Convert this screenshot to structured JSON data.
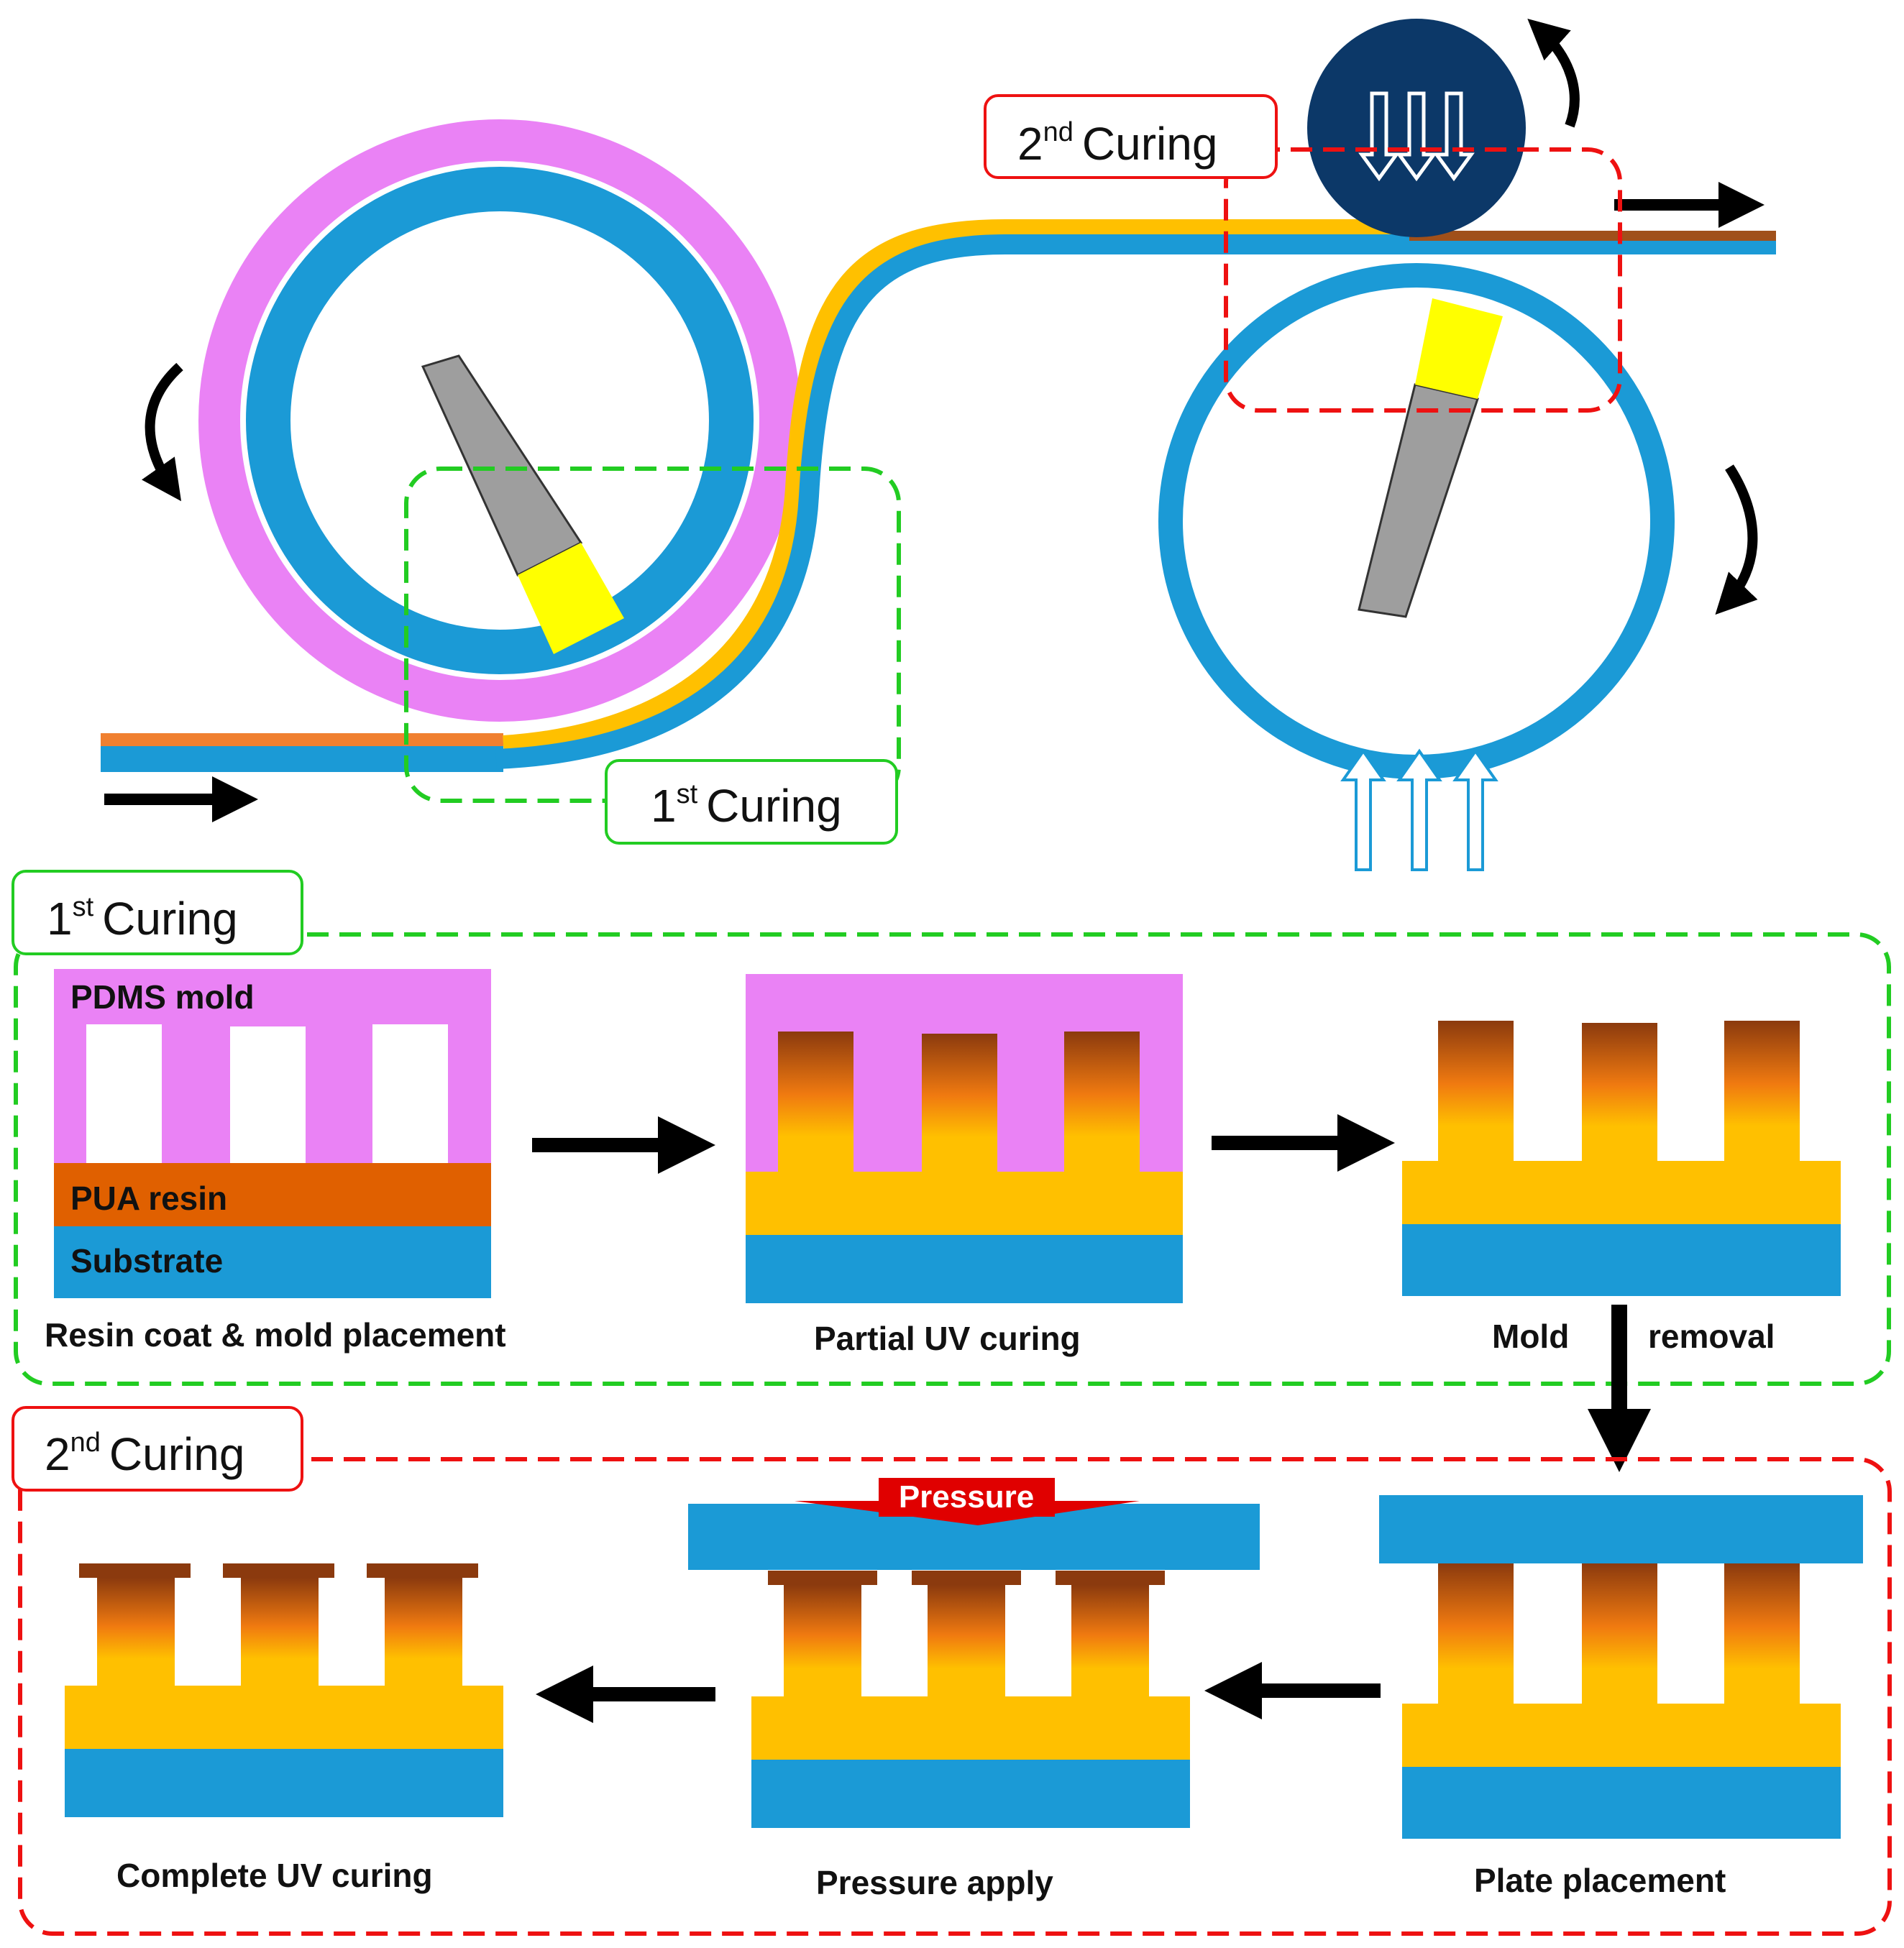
{
  "labels": {
    "curing1": {
      "num": "1",
      "sup": "st",
      "word": "Curing"
    },
    "curing2": {
      "num": "2",
      "sup": "nd",
      "word": "Curing"
    }
  },
  "layers": {
    "pdms": "PDMS mold",
    "pua": "PUA resin",
    "substrate": "Substrate"
  },
  "steps": {
    "s1": "Resin coat & mold placement",
    "s2": "Partial UV curing",
    "s3a": "Mold",
    "s3b": "removal",
    "s4": "Plate placement",
    "s5": "Pressure apply",
    "s6": "Complete UV curing"
  },
  "pressure": "Pressure",
  "colors": {
    "substrate": "#1b9ad6",
    "pdms": "#ea82f5",
    "resin": "#ffc000",
    "pua": "#e06000",
    "cured": "#8b3a0e",
    "green": "#22cc22",
    "red": "#ee1111",
    "navy": "#0c3868"
  }
}
